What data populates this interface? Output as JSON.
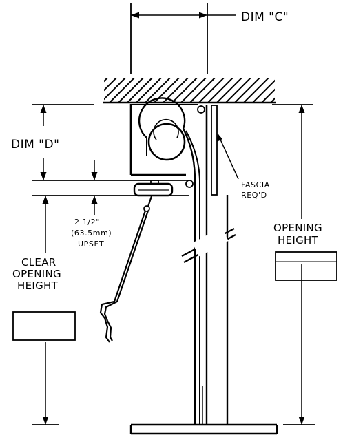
{
  "labels": {
    "dim_c": "DIM \"C\"",
    "dim_d": "DIM \"D\"",
    "upset_line1": "2 1/2\"",
    "upset_line2": "(63.5mm)",
    "upset_line3": "UPSET",
    "fascia_line1": "FASCIA",
    "fascia_line2": "REQ'D",
    "clear_opening_line1": "CLEAR",
    "clear_opening_line2": "OPENING",
    "clear_opening_line3": "HEIGHT",
    "opening_height_line1": "OPENING",
    "opening_height_line2": "HEIGHT"
  },
  "colors": {
    "ink": "#000000",
    "paper": "#ffffff"
  }
}
